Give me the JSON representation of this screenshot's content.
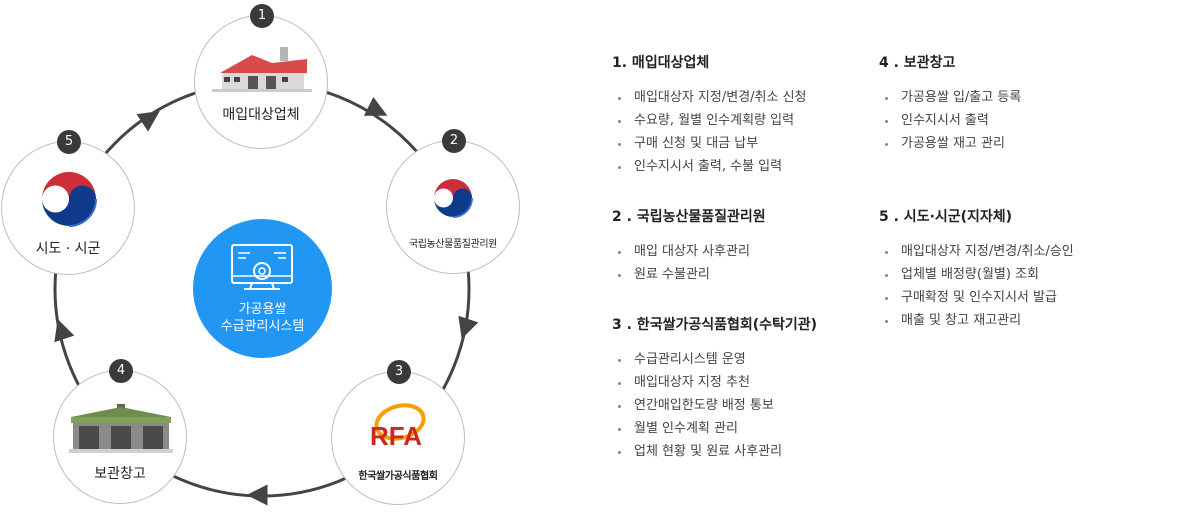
{
  "diagram": {
    "center": {
      "line1": "가공용쌀",
      "line2": "수급관리시스템"
    },
    "nodes": [
      {
        "num": "1",
        "label": "매입대상업체"
      },
      {
        "num": "2",
        "label": "국립농산물품질관리원"
      },
      {
        "num": "3",
        "label": "한국쌀가공식품협회",
        "logo_text": "RFA"
      },
      {
        "num": "4",
        "label": "보관창고"
      },
      {
        "num": "5",
        "label": "시도 · 시군"
      }
    ]
  },
  "sections": [
    {
      "title": "1. 매입대상업체",
      "items": [
        "매입대상자 지정/변경/취소 신청",
        "수요량, 월별 인수계획량 입력",
        "구매 신청 및 대금 납부",
        "인수지시서 출력, 수불 입력"
      ]
    },
    {
      "title": "2 . 국립농산물품질관리원",
      "items": [
        "매입 대상자 사후관리",
        "원료 수불관리"
      ]
    },
    {
      "title": "3 . 한국쌀가공식품협회(수탁기관)",
      "items": [
        "수급관리시스템 운영",
        "매입대상자 지정 추천",
        "연간매입한도량 배정 통보",
        "월별 인수계획 관리",
        "업체 현황 및 원료 사후관리"
      ]
    },
    {
      "title": "4 . 보관창고",
      "items": [
        "가공용쌀 입/출고 등록",
        "인수지시서 출력",
        "가공용쌀 재고 관리"
      ]
    },
    {
      "title": "5 . 시도·시군(지자체)",
      "items": [
        "매입대상자 지정/변경/취소/승인",
        "업체별 배정량(월별) 조회",
        "구매확정 및 인수지시서 발급",
        "매출 및 창고 재고관리"
      ]
    }
  ],
  "colors": {
    "accent": "#2196f3",
    "ring": "#444444",
    "badge": "#3a3a3a",
    "emblem_red": "#cd2e3a",
    "emblem_blue": "#0f3a8a",
    "rfa_orange": "#f5a000",
    "rfa_red": "#c8281e"
  }
}
